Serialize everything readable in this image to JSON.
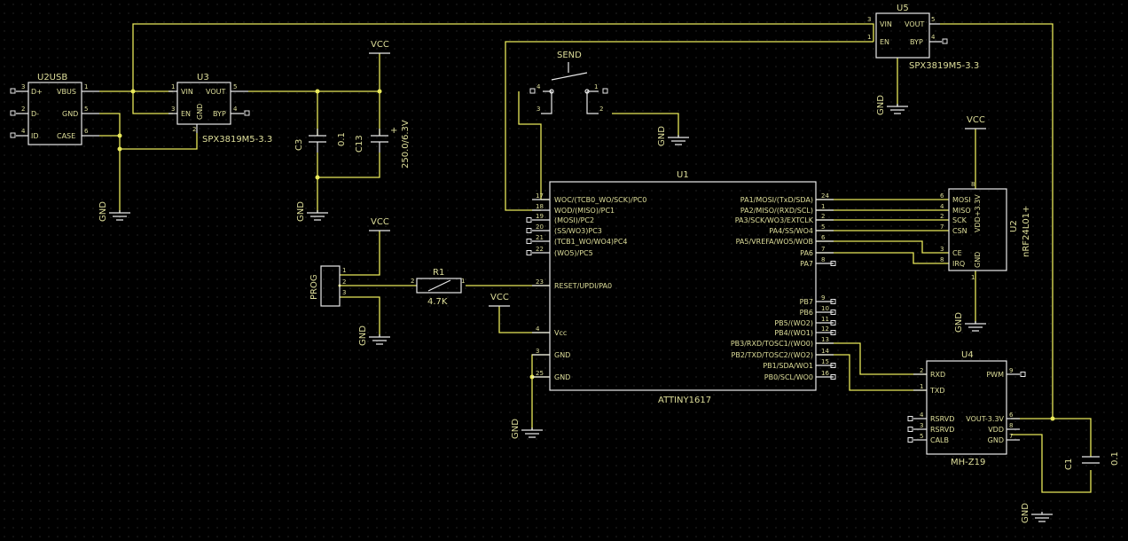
{
  "u2usb": {
    "ref": "U2USB",
    "pins_left": [
      "D+",
      "D-",
      "ID"
    ],
    "pins_right": [
      "VBUS",
      "GND",
      "CASE"
    ],
    "pin_numbers": [
      "3",
      "2",
      "4",
      "1",
      "5",
      "6"
    ]
  },
  "u3": {
    "ref": "U3",
    "part": "SPX3819M5-3.3",
    "pins": [
      "VIN",
      "EN",
      "GND",
      "VOUT",
      "BYP"
    ],
    "pin_numbers": [
      "1",
      "3",
      "2",
      "5",
      "4"
    ]
  },
  "u5": {
    "ref": "U5",
    "part": "SPX3819M5-3.3",
    "pins": [
      "VIN",
      "EN",
      "VOUT",
      "BYP"
    ],
    "pin_numbers": [
      "3",
      "1",
      "5",
      "4"
    ]
  },
  "c3": {
    "ref": "C3",
    "value": "0.1"
  },
  "c13": {
    "ref": "C13",
    "value": "250.0/6.3V"
  },
  "c1": {
    "ref": "C1",
    "value": "0.1"
  },
  "send": {
    "ref": "SEND",
    "pin_numbers": [
      "4",
      "1",
      "3",
      "2"
    ]
  },
  "proc": {
    "ref": "PROG",
    "pin_numbers": [
      "1",
      "2",
      "3"
    ]
  },
  "r1": {
    "ref": "R1",
    "value": "4.7K",
    "pin_numbers": [
      "2",
      "1"
    ]
  },
  "u1": {
    "ref": "U1",
    "part": "ATTINY1617",
    "left_pins": [
      {
        "num": "17",
        "name": "WOC/(TCB0_WO/SCK)/PC0"
      },
      {
        "num": "18",
        "name": "WOD/(MISO)/PC1"
      },
      {
        "num": "19",
        "name": "(MOSI)/PC2"
      },
      {
        "num": "20",
        "name": "(SS/WO3)PC3"
      },
      {
        "num": "21",
        "name": "(TCB1_WO/WO4)PC4"
      },
      {
        "num": "22",
        "name": "(WO5)/PC5"
      },
      {
        "num": "23",
        "name": "RESET/UPDI/PA0"
      },
      {
        "num": "4",
        "name": "Vcc"
      },
      {
        "num": "3",
        "name": "GND"
      },
      {
        "num": "25",
        "name": "GND"
      }
    ],
    "right_pins": [
      {
        "num": "24",
        "name": "PA1/MOSI/(TxD/SDA)"
      },
      {
        "num": "1",
        "name": "PA2/MISO/(RXD/SCL)"
      },
      {
        "num": "2",
        "name": "PA3/SCK/WO3/EXTCLK"
      },
      {
        "num": "5",
        "name": "PA4/SS/WO4"
      },
      {
        "num": "6",
        "name": "PA5/VREFA/WO5/WOB"
      },
      {
        "num": "7",
        "name": "PA6"
      },
      {
        "num": "8",
        "name": "PA7"
      },
      {
        "num": "9",
        "name": "PB7"
      },
      {
        "num": "10",
        "name": "PB6"
      },
      {
        "num": "11",
        "name": "PB5/(WO2)"
      },
      {
        "num": "12",
        "name": "PB4/(WO1)"
      },
      {
        "num": "13",
        "name": "PB3/RXD/TOSC1/(WO0)"
      },
      {
        "num": "14",
        "name": "PB2/TXD/TOSC2/(WO2)"
      },
      {
        "num": "15",
        "name": "PB1/SDA/WO1"
      },
      {
        "num": "16",
        "name": "PB0/SCL/WO0"
      }
    ]
  },
  "u2": {
    "ref": "U2",
    "part": "nRF24L01+",
    "pins": [
      {
        "num": "6",
        "name": "MOSI"
      },
      {
        "num": "4",
        "name": "MISO"
      },
      {
        "num": "2",
        "name": "SCK"
      },
      {
        "num": "7",
        "name": "CSN"
      },
      {
        "num": "3",
        "name": "CE"
      },
      {
        "num": "8",
        "name": "IRQ"
      }
    ],
    "vdd_label": "VDD+3.3V",
    "gnd_label": "GND",
    "power_pins": [
      "8",
      "1"
    ]
  },
  "u4": {
    "ref": "U4",
    "part": "MH-Z19",
    "pins": [
      {
        "num": "2",
        "name": "RXD"
      },
      {
        "num": "1",
        "name": "TXD"
      },
      {
        "num": "4",
        "name": "RSRVD"
      },
      {
        "num": "3",
        "name": "RSRVD"
      },
      {
        "num": "5",
        "name": "CALB"
      }
    ],
    "right_pins": [
      {
        "num": "9",
        "name": "PWM"
      },
      {
        "num": "6",
        "name": "VOUT-3.3V"
      },
      {
        "num": "8",
        "name": "VDD"
      },
      {
        "num": "7",
        "name": "GND"
      }
    ]
  },
  "power": {
    "vcc": "VCC",
    "gnd": "GND"
  }
}
